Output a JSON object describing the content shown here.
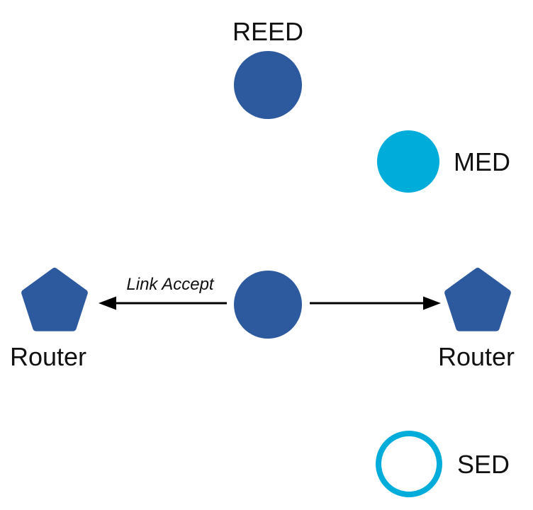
{
  "colors": {
    "node-blue": "#2d599f",
    "device-cyan": "#00acda",
    "arrow-black": "#000000",
    "text-black": "#111111",
    "background": "#ffffff"
  },
  "diagram": {
    "nodes": {
      "reed": {
        "label": "REED",
        "shape": "circle-filled"
      },
      "med": {
        "label": "MED",
        "shape": "circle-filled"
      },
      "parent": {
        "label": "",
        "shape": "circle-filled"
      },
      "router_left": {
        "label": "Router",
        "shape": "pentagon"
      },
      "router_right": {
        "label": "Router",
        "shape": "pentagon"
      },
      "sed": {
        "label": "SED",
        "shape": "circle-outline"
      }
    },
    "edges": {
      "to_left_router": {
        "label": "Link Accept",
        "direction": "left"
      },
      "to_right_router": {
        "label": "",
        "direction": "right"
      }
    }
  }
}
